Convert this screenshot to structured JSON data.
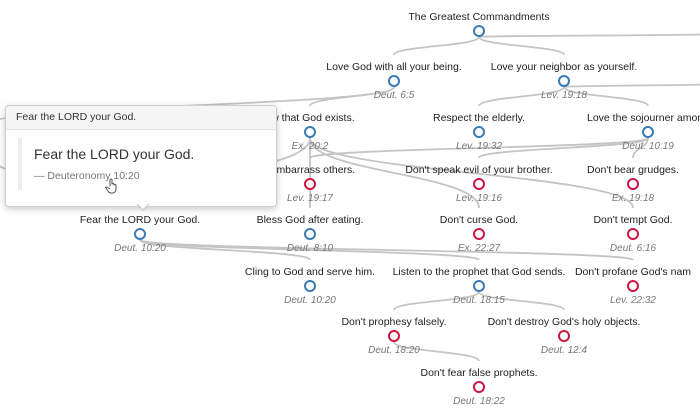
{
  "colors": {
    "blue": "#3a7ab5",
    "red": "#cc1744",
    "edge": "#c4c4c4"
  },
  "nodes": [
    {
      "id": "root",
      "label": "The Greatest Commandments",
      "ref": "",
      "color": "blue"
    },
    {
      "id": "love-god",
      "label": "Love God with all your being.",
      "ref": "Deut. 6:5",
      "color": "blue"
    },
    {
      "id": "love-neighbor",
      "label": "Love your neighbor as yourself.",
      "ref": "Lev. 19:18",
      "color": "blue"
    },
    {
      "id": "exists",
      "label": "ow that God exists.",
      "ref": "Ex. 20:2",
      "color": "blue"
    },
    {
      "id": "elderly",
      "label": "Respect the elderly.",
      "ref": "Lev. 19:32",
      "color": "blue"
    },
    {
      "id": "sojourner",
      "label": "Love the sojourner among",
      "ref": "Deut. 10:19",
      "color": "blue"
    },
    {
      "id": "embarrass",
      "label": "t embarrass others.",
      "ref": "Lev. 19:17",
      "color": "red"
    },
    {
      "id": "evil-speech",
      "label": "Don't speak evil of your brother.",
      "ref": "Lev. 19:16",
      "color": "red"
    },
    {
      "id": "grudges",
      "label": "Don't bear grudges.",
      "ref": "Ex. 19:18",
      "color": "red"
    },
    {
      "id": "fear",
      "label": "Fear the LORD your God.",
      "ref": "Deut. 10:20",
      "color": "blue"
    },
    {
      "id": "bless",
      "label": "Bless God after eating.",
      "ref": "Deut. 8:10",
      "color": "blue"
    },
    {
      "id": "curse",
      "label": "Don't curse God.",
      "ref": "Ex. 22:27",
      "color": "red"
    },
    {
      "id": "tempt",
      "label": "Don't tempt God.",
      "ref": "Deut. 6:16",
      "color": "red"
    },
    {
      "id": "cling",
      "label": "Cling to God and serve him.",
      "ref": "Deut. 10:20",
      "color": "blue"
    },
    {
      "id": "prophet",
      "label": "Listen to the prophet that God sends.",
      "ref": "Deut. 18:15",
      "color": "blue"
    },
    {
      "id": "profane",
      "label": "Don't profane God's nam",
      "ref": "Lev. 22:32",
      "color": "red"
    },
    {
      "id": "prophesy",
      "label": "Don't prophesy falsely.",
      "ref": "Deut. 18:20",
      "color": "red"
    },
    {
      "id": "holy-objects",
      "label": "Don't destroy God's holy objects.",
      "ref": "Deut. 12:4",
      "color": "red"
    },
    {
      "id": "false-prophets",
      "label": "Don't fear false prophets.",
      "ref": "Deut. 18:22",
      "color": "red"
    }
  ],
  "edges": [
    [
      "root",
      "love-god"
    ],
    [
      "root",
      "love-neighbor"
    ],
    [
      "root",
      "offscreen-right"
    ],
    [
      "love-god",
      "exists"
    ],
    [
      "love-god",
      "offscreen-left"
    ],
    [
      "love-neighbor",
      "elderly"
    ],
    [
      "love-neighbor",
      "sojourner"
    ],
    [
      "love-neighbor",
      "offscreen-right2"
    ],
    [
      "exists",
      "fear"
    ],
    [
      "exists",
      "bless"
    ],
    [
      "exists",
      "curse"
    ],
    [
      "exists",
      "tempt"
    ],
    [
      "offscreen-left",
      "fear"
    ],
    [
      "sojourner",
      "embarrass"
    ],
    [
      "sojourner",
      "evil-speech"
    ],
    [
      "sojourner",
      "grudges"
    ],
    [
      "fear",
      "cling"
    ],
    [
      "fear",
      "prophet"
    ],
    [
      "fear",
      "profane"
    ],
    [
      "prophet",
      "prophesy"
    ],
    [
      "prophet",
      "holy-objects"
    ],
    [
      "prophesy",
      "false-prophets"
    ]
  ],
  "popover": {
    "title": "Fear the LORD your God.",
    "quote": "Fear the LORD your God.",
    "citation": "— Deuteronomy 10:20"
  }
}
